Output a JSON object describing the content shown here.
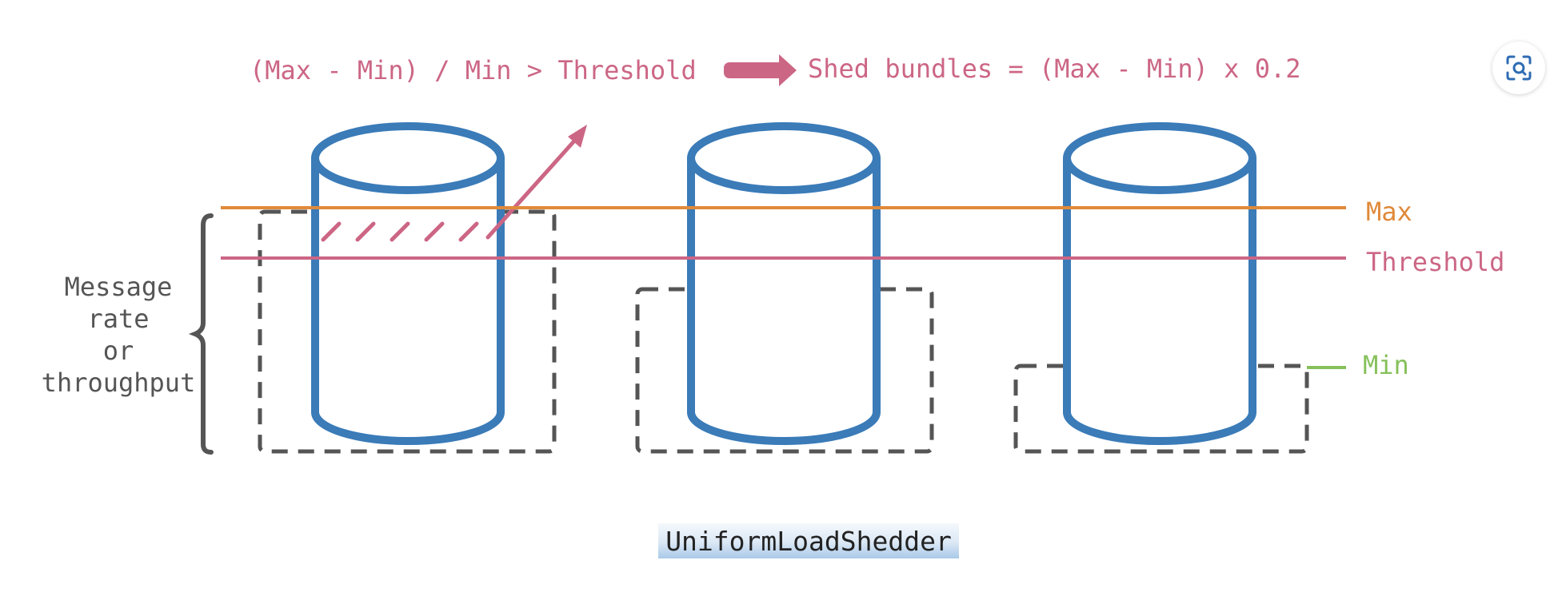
{
  "formula": {
    "condition": "(Max - Min) / Min > Threshold",
    "result": "Shed bundles = (Max - Min) x 0.2"
  },
  "axis_label": [
    "Message",
    "rate",
    "or",
    "throughput"
  ],
  "levels": {
    "max": {
      "label": "Max",
      "color": "#e08a3a"
    },
    "threshold": {
      "label": "Threshold",
      "color": "#cc6685"
    },
    "min": {
      "label": "Min",
      "color": "#86c05a"
    }
  },
  "brokers": [
    {
      "id": "broker-1",
      "load": "high"
    },
    {
      "id": "broker-2",
      "load": "medium"
    },
    {
      "id": "broker-3",
      "load": "low"
    }
  ],
  "caption": "UniformLoadShedder",
  "colors": {
    "cylinder": "#3a7bb8",
    "load_box": "#555555",
    "accent": "#cc6685"
  },
  "icons": {
    "scan": "scan-icon"
  }
}
